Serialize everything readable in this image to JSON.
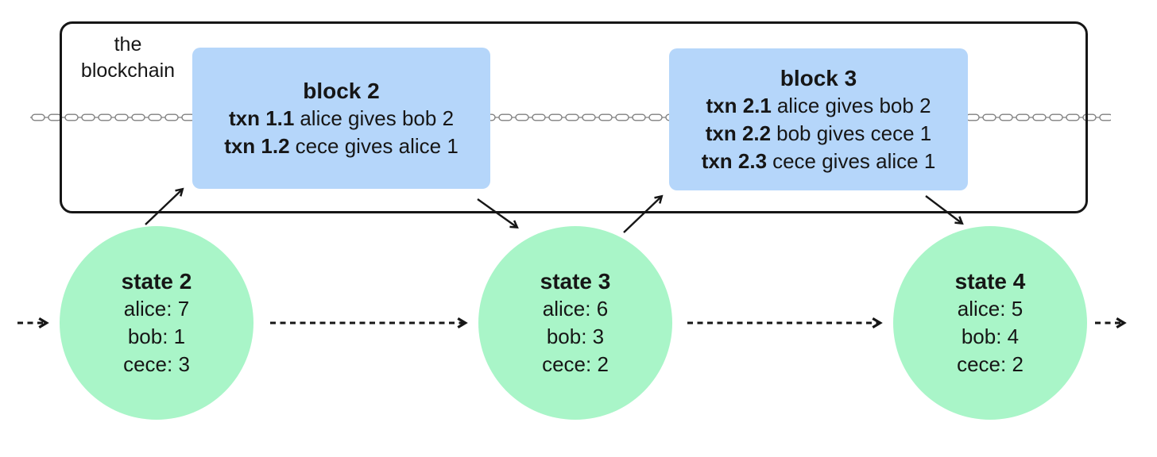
{
  "colors": {
    "block_fill": "#b5d6fa",
    "state_fill": "#a9f5c8",
    "chain_gray": "#7f7f7f",
    "ink": "#161616"
  },
  "blockchain_box": {
    "label": "the blockchain"
  },
  "blocks": [
    {
      "title": "block 2",
      "txns": [
        {
          "id": "txn 1.1",
          "desc": "alice gives bob 2"
        },
        {
          "id": "txn 1.2",
          "desc": "cece gives alice 1"
        }
      ]
    },
    {
      "title": "block 3",
      "txns": [
        {
          "id": "txn 2.1",
          "desc": "alice gives bob 2"
        },
        {
          "id": "txn 2.2",
          "desc": "bob gives cece 1"
        },
        {
          "id": "txn 2.3",
          "desc": "cece gives alice 1"
        }
      ]
    }
  ],
  "states": [
    {
      "title": "state 2",
      "balances": [
        "alice: 7",
        "bob: 1",
        "cece: 3"
      ]
    },
    {
      "title": "state 3",
      "balances": [
        "alice: 6",
        "bob: 3",
        "cece: 2"
      ]
    },
    {
      "title": "state 4",
      "balances": [
        "alice: 5",
        "bob: 4",
        "cece: 2"
      ]
    }
  ]
}
